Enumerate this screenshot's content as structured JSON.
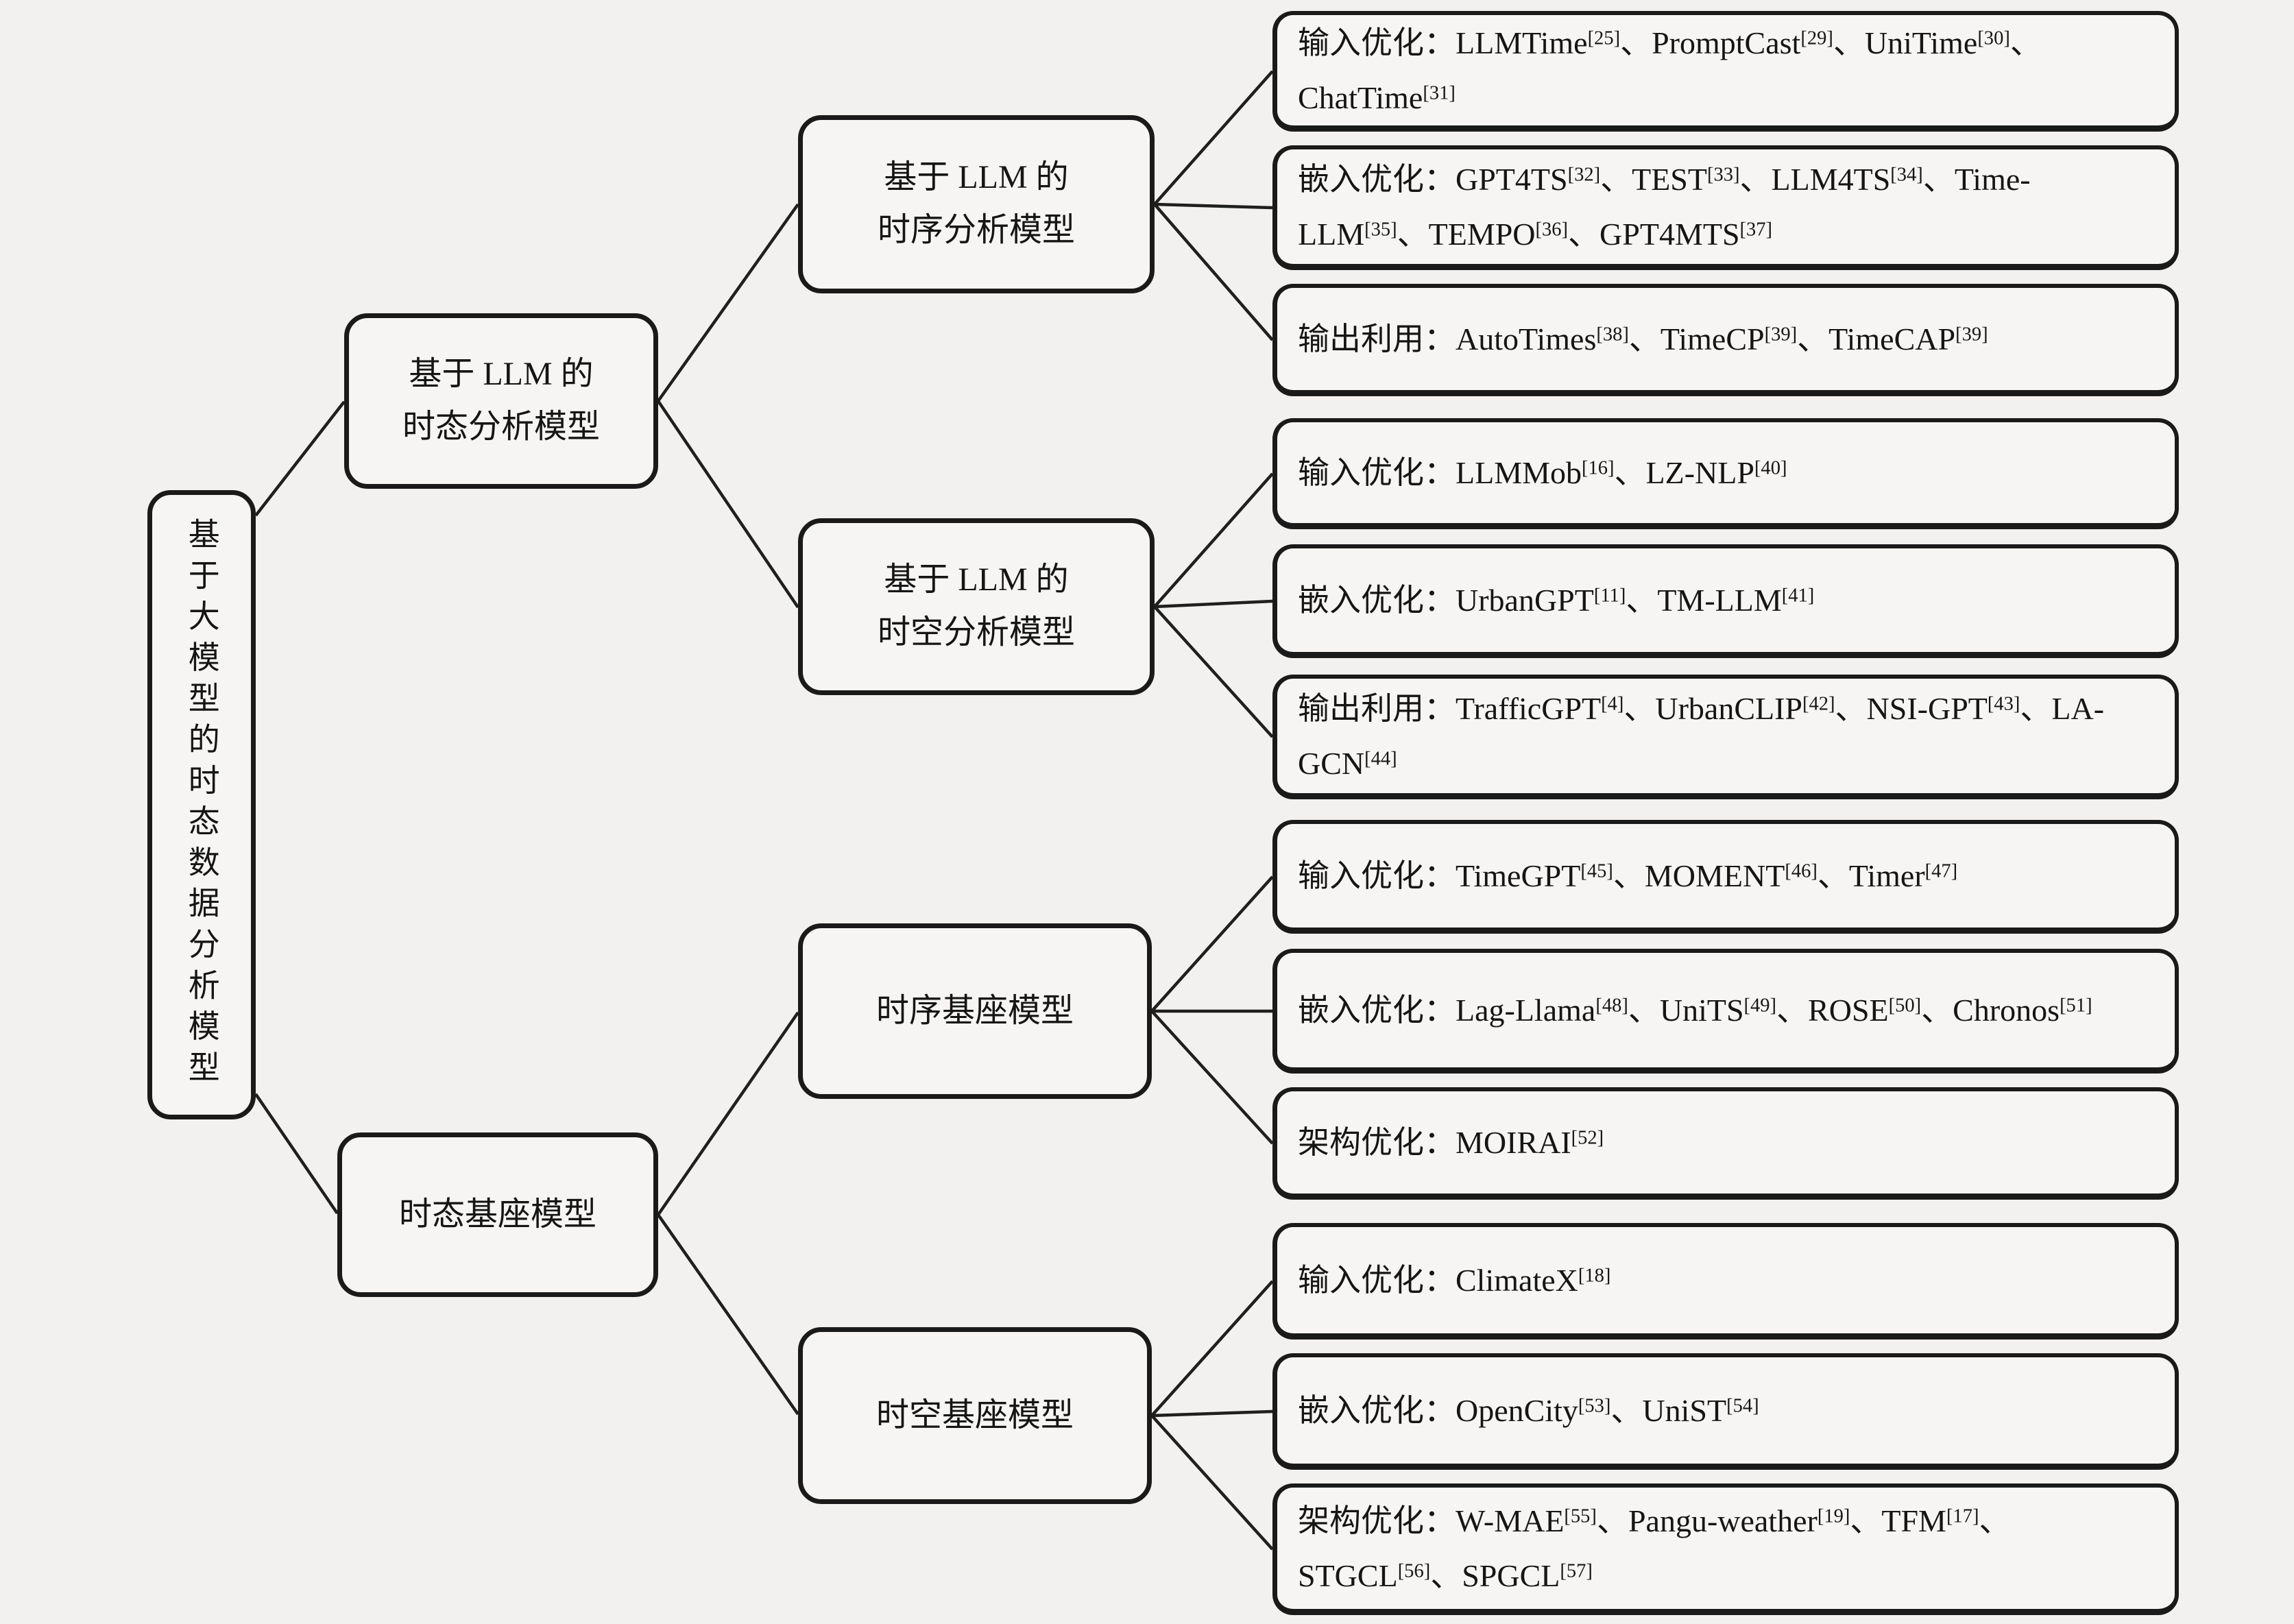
{
  "page": {
    "background": "#f2f1ef",
    "box_fill": "#f6f5f3",
    "box_border_color": "#1a1a1a",
    "text_color": "#151515"
  },
  "list_separator": "、",
  "root": {
    "label": "基于大模型的时态数据分析模型"
  },
  "level2": [
    {
      "id": "llm-temporal-analysis",
      "lines": [
        "基于 LLM 的",
        "时态分析模型"
      ]
    },
    {
      "id": "temporal-foundation",
      "lines": [
        "时态基座模型"
      ]
    }
  ],
  "level3": [
    {
      "id": "llm-timeseries-analysis",
      "lines": [
        "基于 LLM 的",
        "时序分析模型"
      ]
    },
    {
      "id": "llm-spatiotemporal-analysis",
      "lines": [
        "基于 LLM 的",
        "时空分析模型"
      ]
    },
    {
      "id": "timeseries-foundation",
      "lines": [
        "时序基座模型"
      ]
    },
    {
      "id": "spatiotemporal-foundation",
      "lines": [
        "时空基座模型"
      ]
    }
  ],
  "leaves": [
    {
      "prefix": "输入优化：",
      "items": [
        {
          "name": "LLMTime",
          "ref": "[25]"
        },
        {
          "name": "PromptCast",
          "ref": "[29]"
        },
        {
          "name": "UniTime",
          "ref": "[30]"
        },
        {
          "name": "ChatTime",
          "ref": "[31]"
        }
      ]
    },
    {
      "prefix": "嵌入优化：",
      "items": [
        {
          "name": "GPT4TS",
          "ref": "[32]"
        },
        {
          "name": "TEST",
          "ref": "[33]"
        },
        {
          "name": "LLM4TS",
          "ref": "[34]"
        },
        {
          "name": "Time-LLM",
          "ref": "[35]"
        },
        {
          "name": "TEMPO",
          "ref": "[36]"
        },
        {
          "name": "GPT4MTS",
          "ref": "[37]"
        }
      ]
    },
    {
      "prefix": "输出利用：",
      "items": [
        {
          "name": "AutoTimes",
          "ref": "[38]"
        },
        {
          "name": "TimeCP",
          "ref": "[39]"
        },
        {
          "name": "TimeCAP",
          "ref": "[39]"
        }
      ]
    },
    {
      "prefix": "输入优化：",
      "items": [
        {
          "name": "LLMMob",
          "ref": "[16]"
        },
        {
          "name": "LZ-NLP",
          "ref": "[40]"
        }
      ]
    },
    {
      "prefix": "嵌入优化：",
      "items": [
        {
          "name": "UrbanGPT",
          "ref": "[11]"
        },
        {
          "name": "TM-LLM",
          "ref": "[41]"
        }
      ]
    },
    {
      "prefix": "输出利用：",
      "items": [
        {
          "name": "TrafficGPT",
          "ref": "[4]"
        },
        {
          "name": "UrbanCLIP",
          "ref": "[42]"
        },
        {
          "name": "NSI-GPT",
          "ref": "[43]"
        },
        {
          "name": "LA-GCN",
          "ref": "[44]"
        }
      ]
    },
    {
      "prefix": "输入优化：",
      "items": [
        {
          "name": "TimeGPT",
          "ref": "[45]"
        },
        {
          "name": "MOMENT",
          "ref": "[46]"
        },
        {
          "name": "Timer",
          "ref": "[47]"
        }
      ]
    },
    {
      "prefix": "嵌入优化：",
      "items": [
        {
          "name": "Lag-Llama",
          "ref": "[48]"
        },
        {
          "name": "UniTS",
          "ref": "[49]"
        },
        {
          "name": "ROSE",
          "ref": "[50]"
        },
        {
          "name": "Chronos",
          "ref": "[51]"
        }
      ]
    },
    {
      "prefix": "架构优化：",
      "items": [
        {
          "name": "MOIRAI",
          "ref": "[52]"
        }
      ]
    },
    {
      "prefix": "输入优化：",
      "items": [
        {
          "name": "ClimateX",
          "ref": "[18]"
        }
      ]
    },
    {
      "prefix": "嵌入优化：",
      "items": [
        {
          "name": "OpenCity",
          "ref": "[53]"
        },
        {
          "name": "UniST",
          "ref": "[54]"
        }
      ]
    },
    {
      "prefix": "架构优化：",
      "items": [
        {
          "name": "W-MAE",
          "ref": "[55]"
        },
        {
          "name": "Pangu-weather",
          "ref": "[19]"
        },
        {
          "name": "TFM",
          "ref": "[17]"
        },
        {
          "name": "STGCL",
          "ref": "[56]"
        },
        {
          "name": "SPGCL",
          "ref": "[57]"
        }
      ]
    }
  ]
}
